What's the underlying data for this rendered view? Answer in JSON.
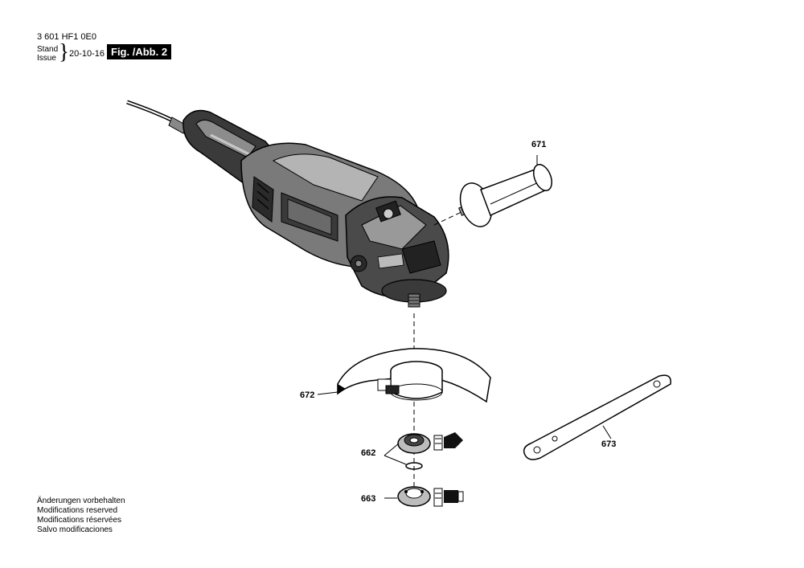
{
  "header": {
    "doc_number": "3 601 HF1 0E0",
    "stand": "Stand",
    "issue": "Issue",
    "brace": "}",
    "date": "20-10-16",
    "figure": "Fig. /Abb. 2"
  },
  "parts": {
    "p671": "671",
    "p672": "672",
    "p673": "673",
    "p662": "662",
    "p663": "663"
  },
  "notes": [
    "Änderungen vorbehalten",
    "Modifications reserved",
    "Modifications réservées",
    "Salvo modificaciones"
  ],
  "colors": {
    "ink": "#000000",
    "paper": "#ffffff",
    "tool_dark": "#2a2a2a",
    "tool_mid": "#7a7a7a",
    "tool_light": "#c8c8c8"
  }
}
